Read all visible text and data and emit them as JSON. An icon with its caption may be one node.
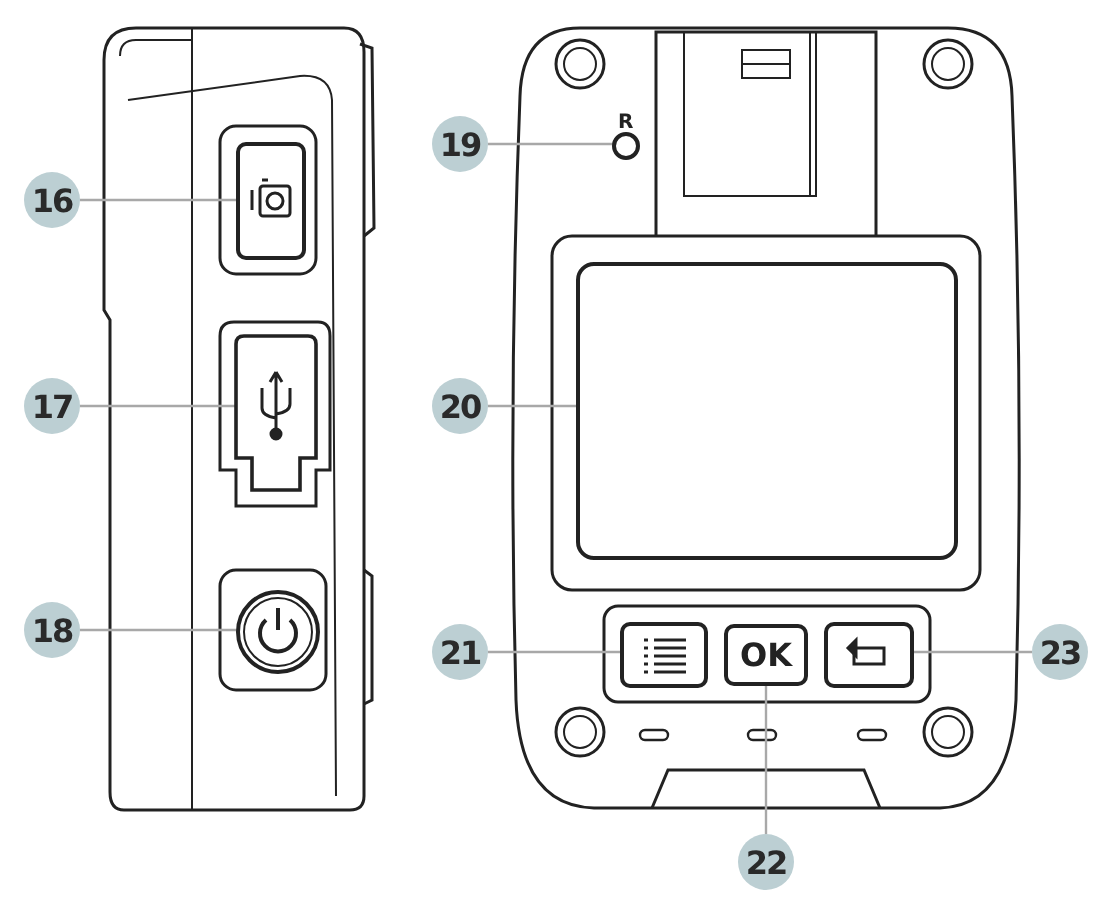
{
  "diagram": {
    "nodes": [
      {
        "text": [
          "16"
        ]
      },
      {
        "text": [],
        "shape": "box"
      },
      {
        "text": [
          "17"
        ]
      },
      {
        "text": [],
        "shape": "box"
      },
      {
        "text": [
          "18"
        ]
      },
      {
        "text": [],
        "shape": "circle"
      },
      {
        "text": [
          "19"
        ]
      },
      {
        "text": [],
        "shape": "circle"
      },
      {
        "text": [
          "20"
        ]
      },
      {
        "text": [],
        "shape": "box"
      },
      {
        "text": [
          "21"
        ]
      },
      {
        "text": [],
        "shape": "box"
      },
      {
        "text": [
          "22"
        ]
      },
      {
        "text": [
          "OK"
        ]
      },
      {
        "text": [
          "23"
        ]
      },
      {
        "text": [],
        "shape": "box"
      }
    ],
    "edges": [
      {
        "from": 0,
        "to": 1,
        "arrow": "none"
      },
      {
        "from": 2,
        "to": 3,
        "arrow": "none"
      },
      {
        "from": 4,
        "to": 5,
        "arrow": "none"
      },
      {
        "from": 6,
        "to": 7,
        "arrow": "none"
      },
      {
        "from": 8,
        "to": 9,
        "arrow": "none"
      },
      {
        "from": 10,
        "to": 11,
        "arrow": "none"
      },
      {
        "from": 12,
        "to": 13,
        "arrow": "none"
      },
      {
        "from": 14,
        "to": 15,
        "arrow": "none"
      }
    ],
    "labels": [
      "R"
    ]
  }
}
